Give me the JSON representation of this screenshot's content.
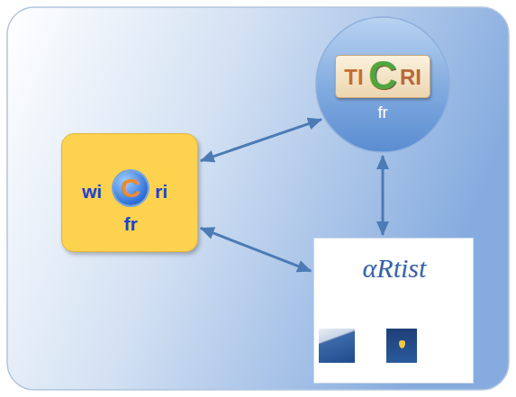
{
  "diagram": {
    "nodes": [
      {
        "text": [
          "wi",
          "C",
          "ri",
          "fr"
        ]
      },
      {
        "text": [
          "TI",
          "C",
          "RI",
          "fr"
        ]
      },
      {
        "text": [
          "αRtist"
        ]
      }
    ],
    "edges": [
      {
        "from": 0,
        "to": 1,
        "arrow": "both"
      },
      {
        "from": 1,
        "to": 2,
        "arrow": "both"
      },
      {
        "from": 0,
        "to": 2,
        "arrow": "both"
      }
    ]
  }
}
